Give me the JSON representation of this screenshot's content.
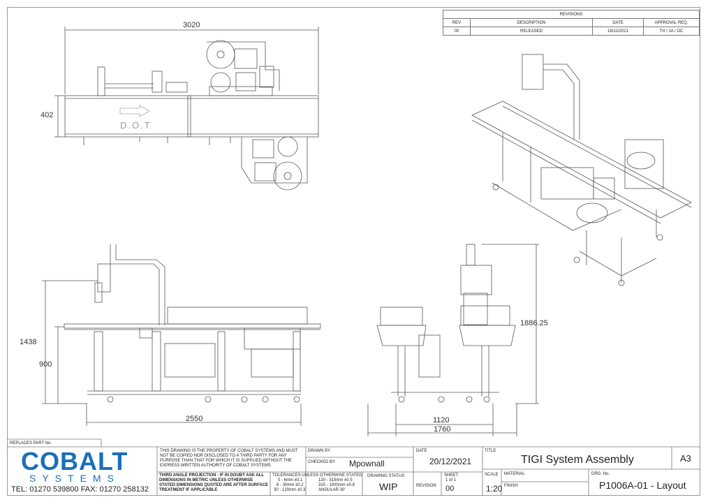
{
  "revisions": {
    "title": "REVISIONS",
    "headers": [
      "REV",
      "DESCRIPTION",
      "DATE",
      "APPROVAL REQ."
    ],
    "rows": [
      [
        "00",
        "RELEASED",
        "16/12/2021",
        "TH / JA / OC"
      ]
    ]
  },
  "dimensions": {
    "top_length": "3020",
    "top_width": "402",
    "direction_label": "D.O.T",
    "side_height": "1438",
    "side_table_height": "900",
    "side_length": "2550",
    "end_height": "1886.25",
    "end_inner_width": "1120",
    "end_outer_width": "1760"
  },
  "title_block": {
    "replaces_label": "REPLACES PART No.",
    "company_name": "COBALT",
    "company_sub": "SYSTEMS",
    "contact": "TEL: 01270 539800   FAX: 01270 258132",
    "property_note": "THIS DRAWING IS THE PROPERTY OF COBALT SYSTEMS AND MUST NOT BE COPIED NOR DISCLOSED TO A THIRD PARTY FOR ANY PURPOSE THAN THAT FOR WHICH IT IS SUPPLIED WITHOUT THE EXPRESS WRITTEN AUTHORITY OF COBALT SYSTEMS",
    "projection_note": "THIRD ANGLE PROJECTION - IF IN DOUBT ASK ALL DIMENSIONS IN METRIC UNLESS OTHERWISE STATED DIMENSIONS QUOTED ARE AFTER SURFACE TREATMENT IF APPLICABLE",
    "tolerances_title": "TOLERANCES UNLESS OTHERWISE STATED",
    "tol_1": "0 - 6mm ±0.1",
    "tol_2": "6 - 30mm ±0.2",
    "tol_3": "30 - 120mm ±0.3",
    "tol_4": "120 - 315mm ±0.5",
    "tol_5": "315 - 1000mm ±0.8",
    "tol_6": "ANGULAR 30'",
    "drawn_by_label": "DRAWN BY",
    "drawn_by": "",
    "checked_by_label": "CHECKED BY",
    "checked_by": "Mpownall",
    "drawing_status_label": "DRAWING STATUS",
    "drawing_status": "WIP",
    "date_label": "DATE",
    "date": "20/12/2021",
    "sheet_label": "SHEET",
    "sheet": "1 of 1",
    "revision_label": "REVISION",
    "revision": "00",
    "title_label": "TITLE",
    "title": "TIGI System Assembly",
    "size": "A3",
    "scale_label": "SCALE",
    "scale": "1:20",
    "material_label": "MATERIAL",
    "finish_label": "FINISH",
    "drg_label": "DRG. No.",
    "drg_no": "P1006A-01 - Layout"
  }
}
